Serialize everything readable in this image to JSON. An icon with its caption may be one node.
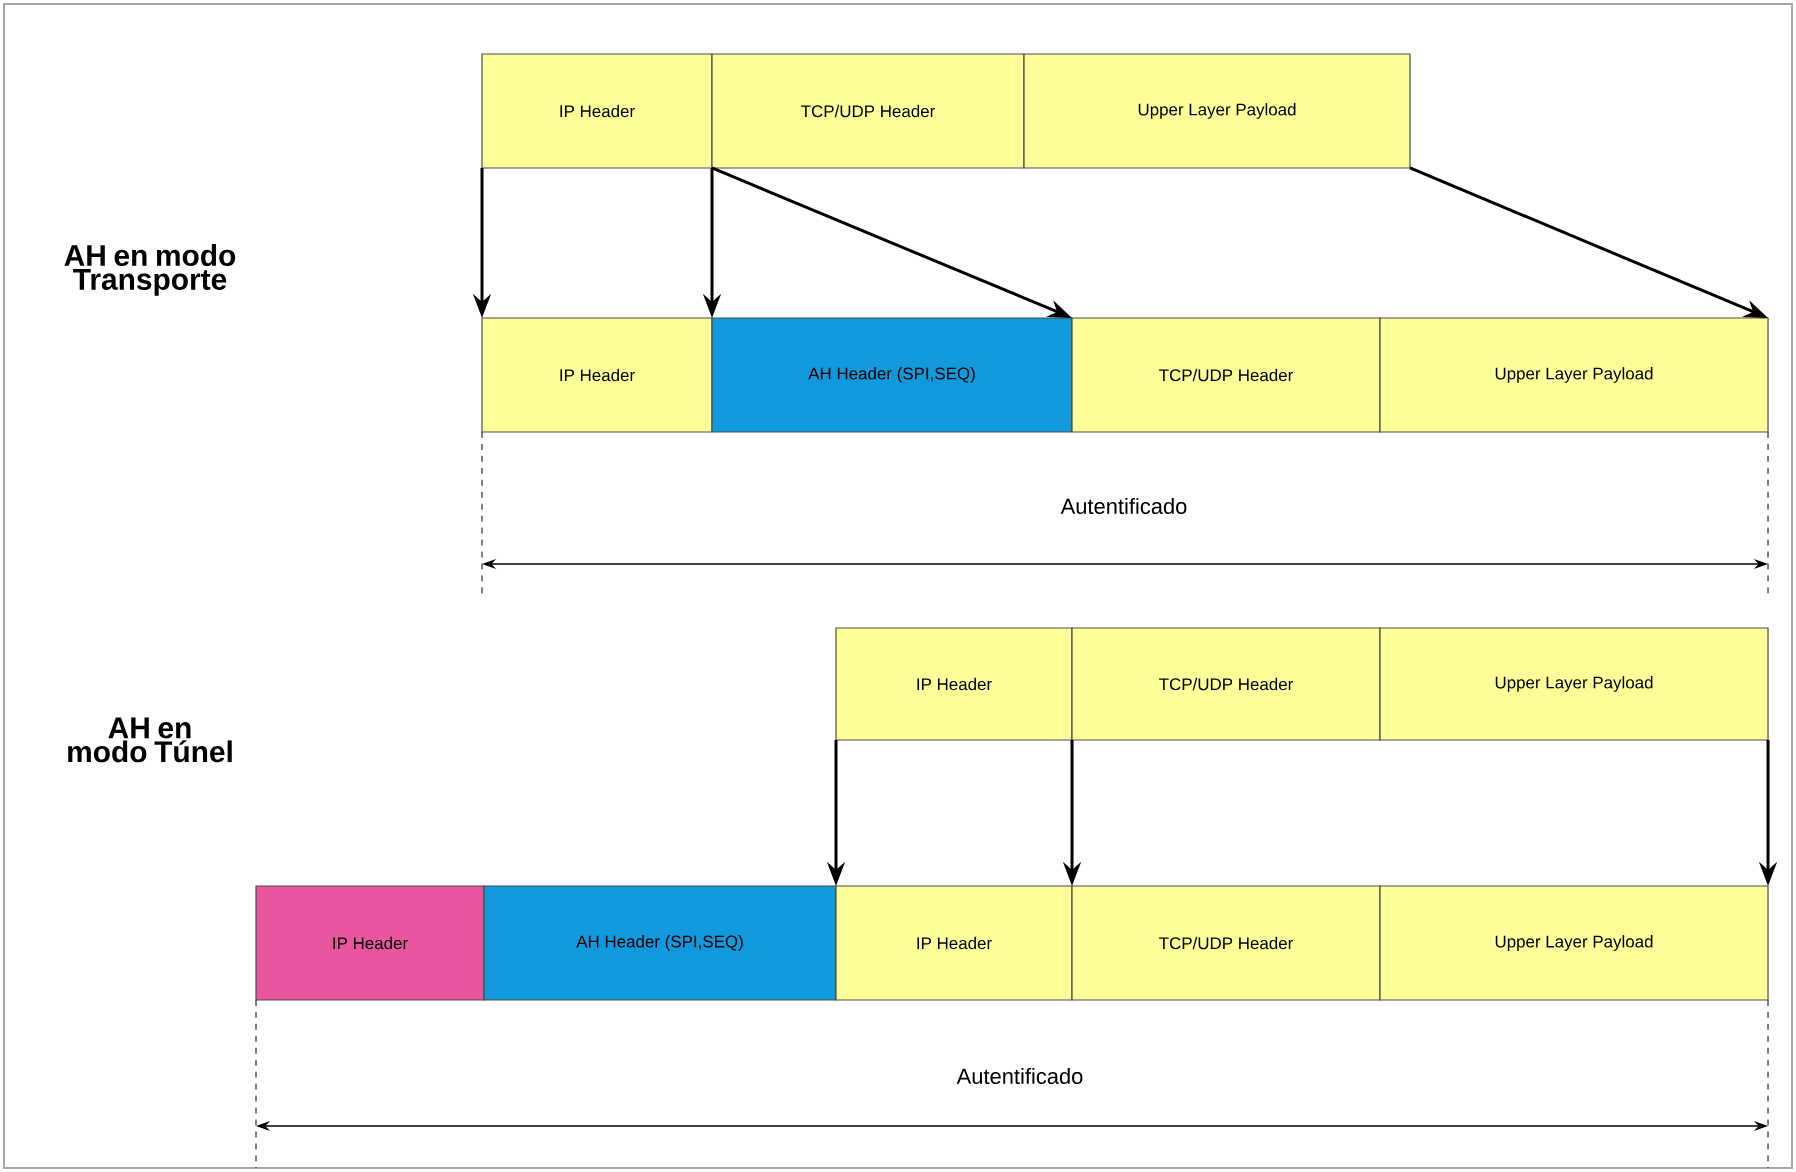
{
  "diagram": {
    "nodes": [
      {
        "text": [
          "IP Header"
        ]
      },
      {
        "text": [
          "TCP/UDP Header"
        ]
      },
      {
        "text": [
          "Upper Layer Payload"
        ]
      },
      {
        "text": [
          "IP Header"
        ]
      },
      {
        "text": [
          "AH Header (SPI,SEQ)"
        ]
      },
      {
        "text": [
          "TCP/UDP Header"
        ]
      },
      {
        "text": [
          "Upper Layer Payload"
        ]
      },
      {
        "text": [
          "IP Header"
        ]
      },
      {
        "text": [
          "TCP/UDP Header"
        ]
      },
      {
        "text": [
          "Upper Layer Payload"
        ]
      },
      {
        "text": [
          "IP Header"
        ]
      },
      {
        "text": [
          "AH Header (SPI,SEQ)"
        ]
      },
      {
        "text": [
          "IP Header"
        ]
      },
      {
        "text": [
          "TCP/UDP Header"
        ]
      },
      {
        "text": [
          "Upper Layer Payload"
        ]
      }
    ],
    "edges": [
      {
        "from": 0,
        "to": 3,
        "arrow": "to"
      },
      {
        "from": 1,
        "to": 4,
        "arrow": "to"
      },
      {
        "from": 1,
        "to": 5,
        "arrow": "to"
      },
      {
        "from": 2,
        "to": 6,
        "arrow": "to"
      },
      {
        "from": 7,
        "to": 12,
        "arrow": "to"
      },
      {
        "from": 8,
        "to": 13,
        "arrow": "to"
      },
      {
        "from": 9,
        "to": 14,
        "arrow": "to"
      }
    ],
    "labels": [
      "AH en modo Transporte",
      "Autentificado",
      "AH en modo Túnel",
      "Autentificado"
    ]
  }
}
